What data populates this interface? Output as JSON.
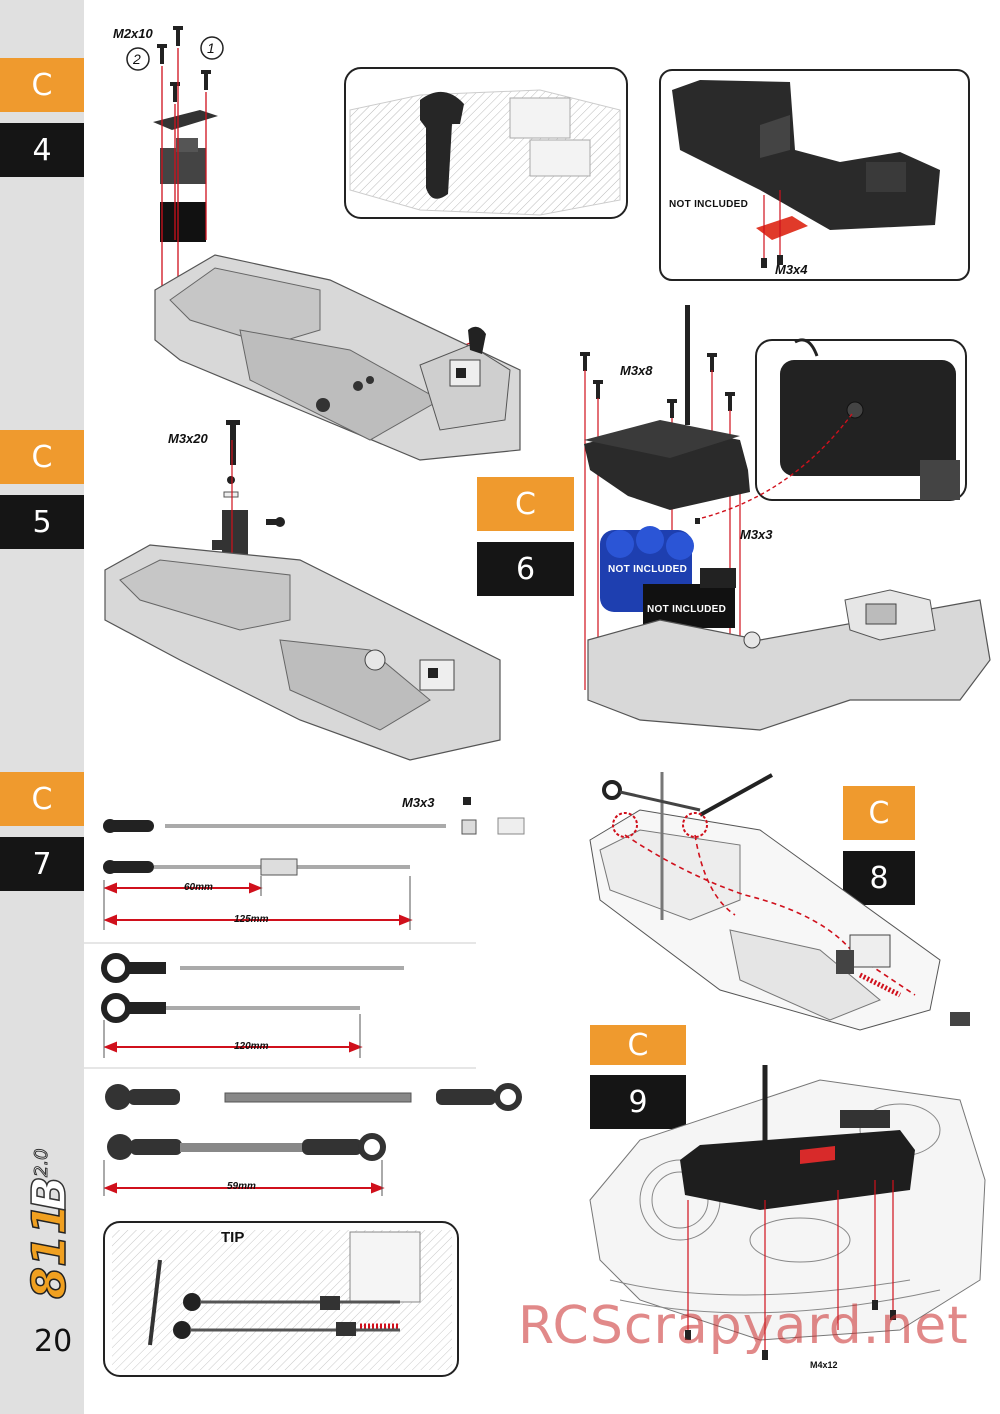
{
  "page": {
    "number": "20",
    "brand_logo_text": "811B 2.0",
    "watermark": "RCScrapyard.net"
  },
  "steps": [
    {
      "letter": "C",
      "number": "4"
    },
    {
      "letter": "C",
      "number": "5"
    },
    {
      "letter": "C",
      "number": "6"
    },
    {
      "letter": "C",
      "number": "7"
    },
    {
      "letter": "C",
      "number": "8"
    },
    {
      "letter": "C",
      "number": "9"
    }
  ],
  "callouts": {
    "c4_screw": "M2x10",
    "c4_step_1": "1",
    "c4_step_2": "2",
    "c4_inset_not_included": "NOT INCLUDED",
    "c4_inset_screw": "M3x4",
    "c5_screw": "M3x20",
    "c6_screw_top": "M3x8",
    "c6_screw_side": "M3x3",
    "c6_battery_not_included": "NOT INCLUDED",
    "c6_receiver_not_included": "NOT INCLUDED",
    "c7_screw": "M3x3",
    "c9_screw": "M4x12",
    "tip": "TIP"
  },
  "measurements": {
    "rod1_short": "60mm",
    "rod1_long": "125mm",
    "rod2": "120mm",
    "rod3": "59mm"
  },
  "colors": {
    "accent_orange": "#ef9a2e",
    "step_black": "#151515",
    "guide_red": "#d0101c",
    "sidebar_grey": "#e0e0e0"
  }
}
